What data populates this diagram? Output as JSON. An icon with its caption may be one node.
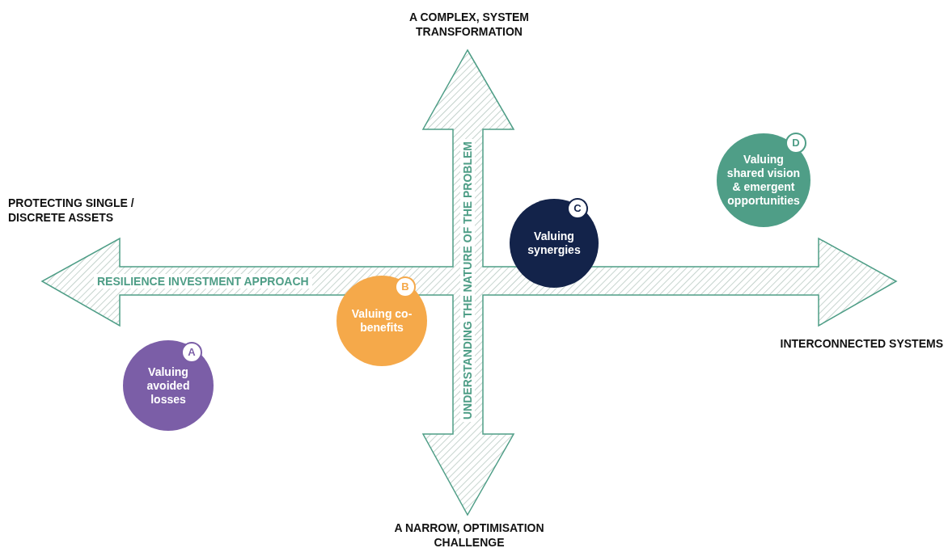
{
  "diagram": {
    "nodes": [
      {
        "text": [
          "D",
          "Valuing shared vision & emergent opportunities"
        ]
      },
      {
        "text": [
          "C",
          "Valuing synergies"
        ]
      },
      {
        "text": [
          "B",
          "Valuing co-benefits"
        ]
      },
      {
        "text": [
          "A",
          "Valuing avoided losses"
        ]
      }
    ],
    "edges": [],
    "labels": [
      "A COMPLEX, SYSTEM TRANSFORMATION",
      "UNDERSTANDING THE NATURE OF THE PROBLEM",
      "PROTECTING SINGLE / DISCRETE ASSETS",
      "RESILIENCE INVESTMENT APPROACH",
      "INTERCONNECTED SYSTEMS",
      "A NARROW, OPTIMISATION CHALLENGE"
    ]
  }
}
